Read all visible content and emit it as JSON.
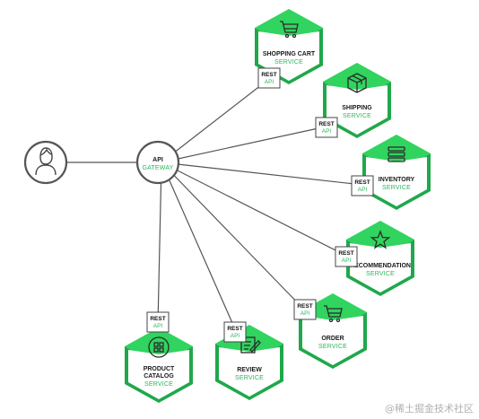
{
  "colors": {
    "green": "#30d45f",
    "green_dark": "#1fa84b",
    "text_green": "#2bb55a",
    "line": "#555555"
  },
  "user": {
    "icon": "user-icon"
  },
  "gateway": {
    "line1": "API",
    "line2": "GATEWAY"
  },
  "rest_api": {
    "line1": "REST",
    "line2": "API"
  },
  "services": [
    {
      "id": "shopping-cart",
      "icon": "shopping-cart-icon",
      "name": [
        "SHOPPING CART"
      ],
      "sub": "SERVICE"
    },
    {
      "id": "shipping",
      "icon": "package-box-icon",
      "name": [
        "SHIPPING"
      ],
      "sub": "SERVICE"
    },
    {
      "id": "inventory",
      "icon": "stack-icon",
      "name": [
        "INVENTORY"
      ],
      "sub": "SERVICE"
    },
    {
      "id": "recommendation",
      "icon": "star-icon",
      "name": [
        "RECOMMENDATION"
      ],
      "sub": "SERVICE"
    },
    {
      "id": "order",
      "icon": "shopping-cart-icon",
      "name": [
        "ORDER"
      ],
      "sub": "SERVICE"
    },
    {
      "id": "review",
      "icon": "review-edit-icon",
      "name": [
        "REVIEW"
      ],
      "sub": "SERVICE"
    },
    {
      "id": "product-catalog",
      "icon": "catalog-grid-icon",
      "name": [
        "PRODUCT",
        "CATALOG"
      ],
      "sub": "SERVICE"
    }
  ],
  "watermark": "@稀土掘金技术社区"
}
